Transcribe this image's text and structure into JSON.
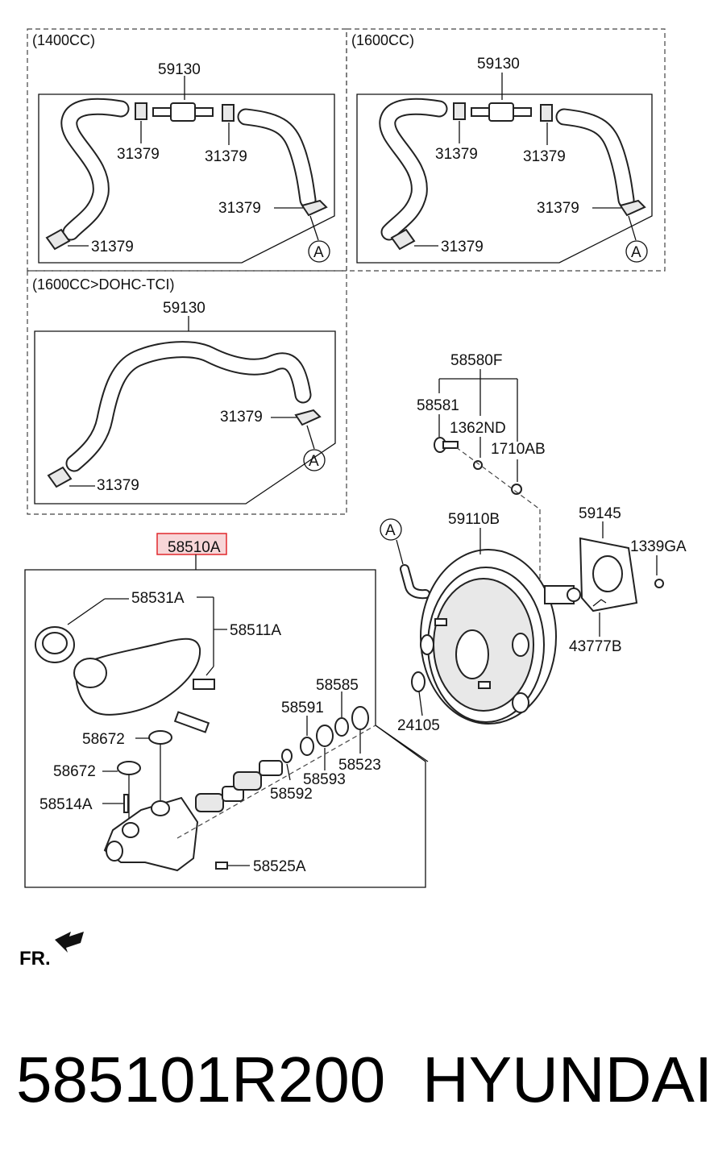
{
  "sections": {
    "top_left": "(1400CC)",
    "top_right": "(1600CC)",
    "middle_left": "(1600CC>DOHC-TCI)"
  },
  "parts": {
    "hose_assy": "59130",
    "clamp": "31379",
    "connector_a": "A",
    "pin_kit": "58580F",
    "pin": "58581",
    "clip": "1362ND",
    "washer_clevis": "1710AB",
    "booster": "59110B",
    "gasket": "59145",
    "nut": "1339GA",
    "clevis_pin": "43777B",
    "o_ring": "24105",
    "master_cylinder_assy": "58510A",
    "cap": "58531A",
    "reservoir": "58511A",
    "seal_58585": "58585",
    "seal_58591": "58591",
    "seal_58593": "58593",
    "snap_ring": "58523",
    "washer_58592": "58592",
    "grommet": "58672",
    "pin_58514a": "58514A",
    "screw": "58525A"
  },
  "front_label": "FR.",
  "footer": {
    "part_number": "585101R200",
    "brand": "HYUNDAI"
  },
  "colors": {
    "highlight_stroke": "#e0282d",
    "highlight_fill": "#f7d6d8"
  }
}
